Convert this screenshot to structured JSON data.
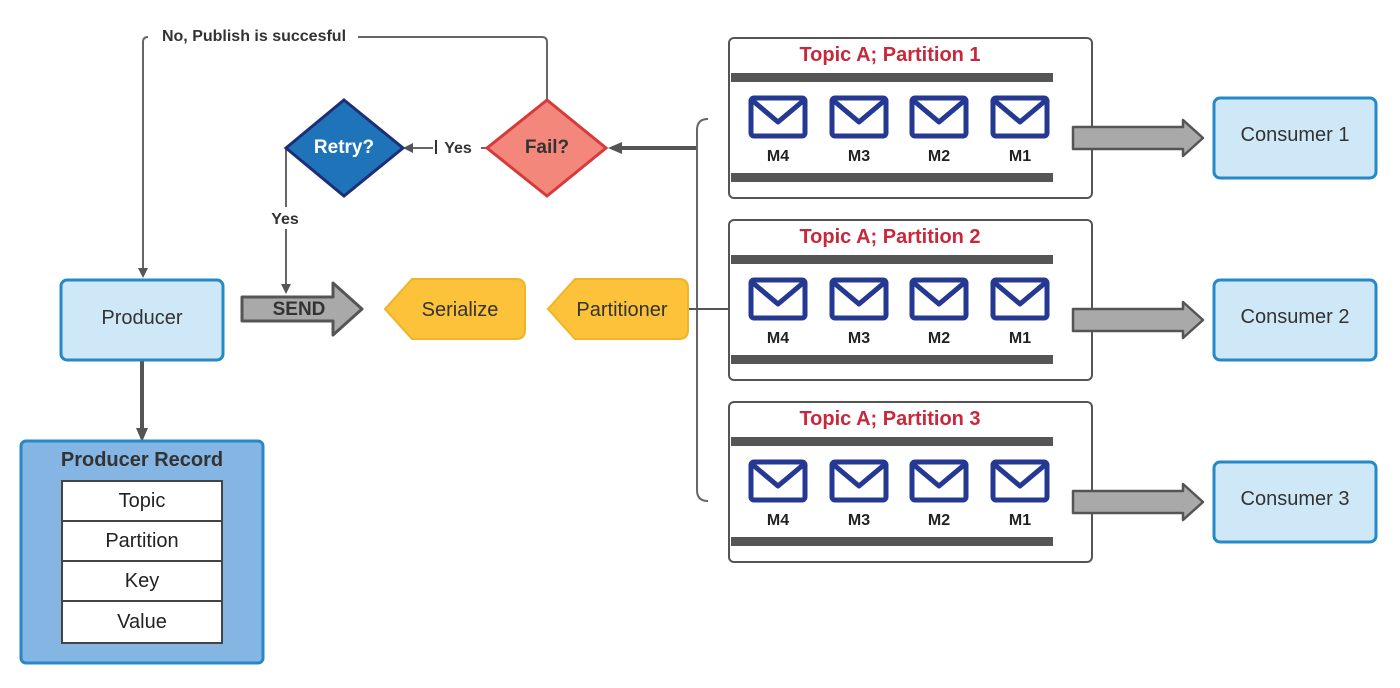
{
  "labels": {
    "no_publish": "No, Publish is succesful",
    "yes_fail": "Yes",
    "yes_retry": "Yes",
    "retry": "Retry?",
    "fail": "Fail?",
    "producer": "Producer",
    "send": "SEND",
    "serialize": "Serialize",
    "partitioner": "Partitioner"
  },
  "producer_record": {
    "title": "Producer Record",
    "fields": [
      "Topic",
      "Partition",
      "Key",
      "Value"
    ]
  },
  "partitions": [
    {
      "title": "Topic A; Partition 1",
      "messages": [
        "M4",
        "M3",
        "M2",
        "M1"
      ],
      "consumer": "Consumer 1"
    },
    {
      "title": "Topic A; Partition 2",
      "messages": [
        "M4",
        "M3",
        "M2",
        "M1"
      ],
      "consumer": "Consumer 2"
    },
    {
      "title": "Topic A; Partition 3",
      "messages": [
        "M4",
        "M3",
        "M2",
        "M1"
      ],
      "consumer": "Consumer 3"
    }
  ],
  "colors": {
    "retry_fill": "#1f73b8",
    "retry_stroke": "#1c2f77",
    "fail_fill": "#f4877b",
    "fail_stroke": "#d63a3a",
    "box_fill": "#cfe8f7",
    "box_stroke": "#2589c8",
    "record_fill": "#85b5e2",
    "yellow": "#fbc23a",
    "envelope": "#253892",
    "partition_title": "#c8283b"
  }
}
